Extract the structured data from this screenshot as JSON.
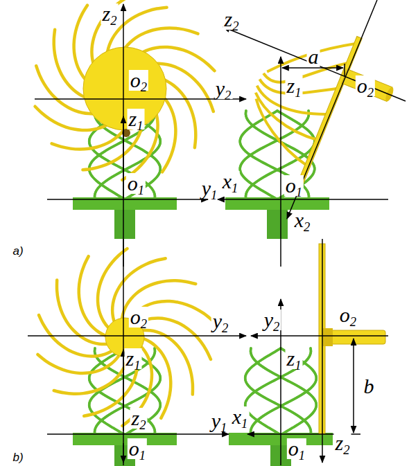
{
  "diagram": {
    "labels": [
      "z2",
      "o2",
      "y2",
      "z1",
      "y1",
      "o1",
      "z2",
      "a",
      "o2",
      "z1",
      "x1",
      "o1",
      "x2",
      "a)",
      "o2",
      "y2",
      "z1",
      "y1",
      "z2",
      "o1",
      "y2",
      "o2",
      "z1",
      "b",
      "x1",
      "o1",
      "z2",
      "b)"
    ]
  }
}
